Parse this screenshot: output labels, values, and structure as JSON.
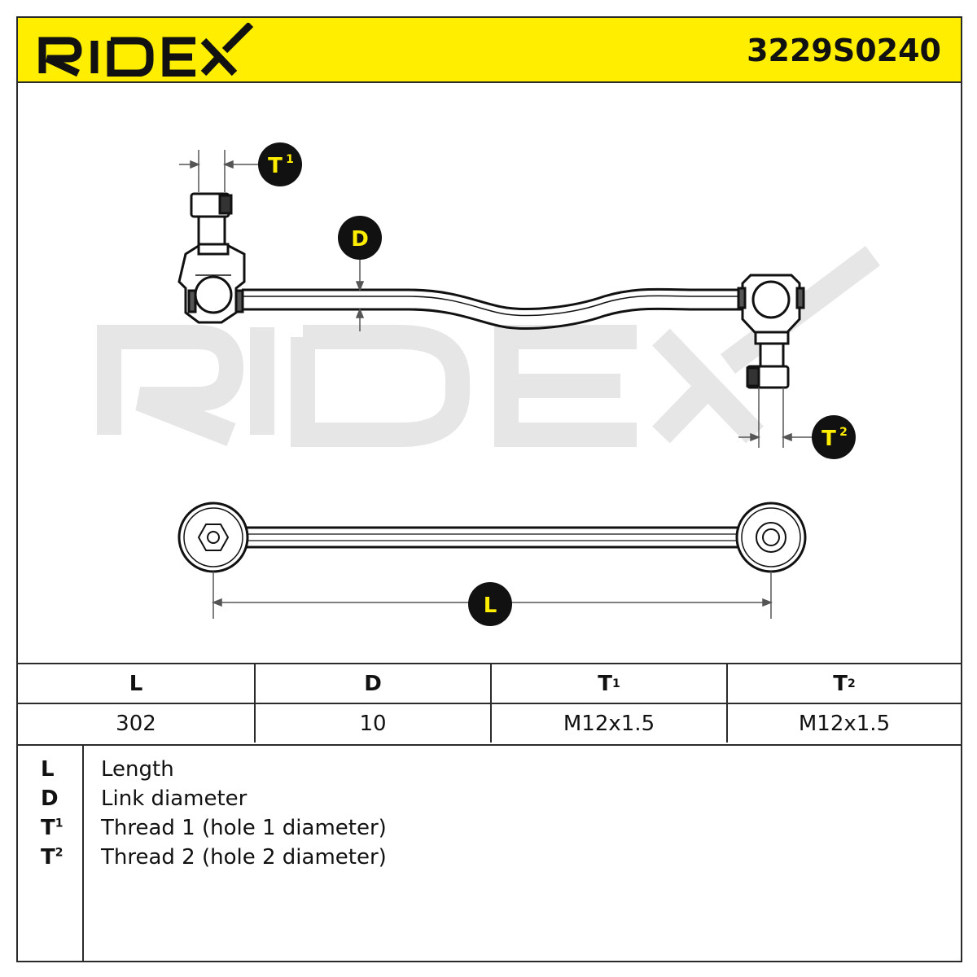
{
  "header": {
    "brand": "RIDEX",
    "part_number": "3229S0240"
  },
  "drawing": {
    "watermark": "RIDEX",
    "badges": {
      "t1": {
        "letter": "T",
        "sup": "1"
      },
      "t2": {
        "letter": "T",
        "sup": "2"
      },
      "d": {
        "letter": "D"
      },
      "l": {
        "letter": "L"
      }
    }
  },
  "specs": {
    "headers": [
      {
        "letter": "L",
        "sup": ""
      },
      {
        "letter": "D",
        "sup": ""
      },
      {
        "letter": "T",
        "sup": "1"
      },
      {
        "letter": "T",
        "sup": "2"
      }
    ],
    "values": [
      "302",
      "10",
      "M12x1.5",
      "M12x1.5"
    ]
  },
  "legend": [
    {
      "key": "L",
      "sup": "",
      "desc": "Length"
    },
    {
      "key": "D",
      "sup": "",
      "desc": "Link diameter"
    },
    {
      "key": "T",
      "sup": "1",
      "desc": "Thread 1 (hole 1 diameter)"
    },
    {
      "key": "T",
      "sup": "2",
      "desc": "Thread 2 (hole 2 diameter)"
    }
  ],
  "colors": {
    "header_bg": "#ffee00",
    "badge_bg": "#111111",
    "badge_text": "#ffee00",
    "watermark": "#e6e6e6"
  }
}
